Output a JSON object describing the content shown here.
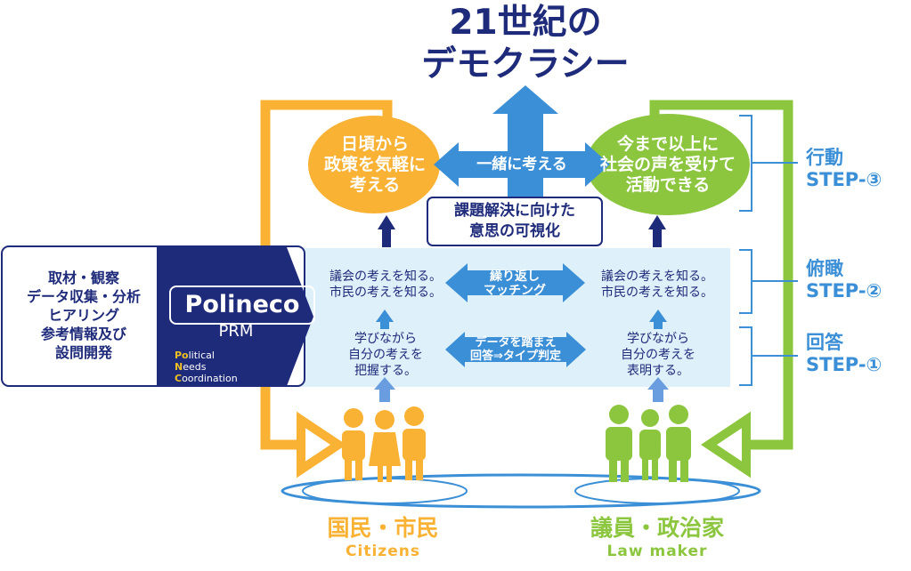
{
  "title": "21世紀の\nデモクラシー",
  "ovals": {
    "left": "日頃から\n政策を気軽に\n考える",
    "right": "今まで以上に\n社会の声を受けて\n活動できる"
  },
  "center_arrow_label": "一緒に考える",
  "visualize_box": "課題解決に向けた\n意思の可視化",
  "left_box": {
    "lines": "取材・観察\nデータ収集・分析\nヒアリング\n参考情報及び\n設問開発"
  },
  "logo": {
    "name": "Polineco",
    "prm": "PRM",
    "line1_cap": "Po",
    "line1_rest": "litical",
    "line2_cap": "N",
    "line2_rest": "eeds",
    "line3_cap": "C",
    "line3_rest": "oordination"
  },
  "middle": {
    "left_know": "議会の考えを知る。\n市民の考えを知る。",
    "right_know": "議会の考えを知る。\n市民の考えを知る。",
    "matching": "繰り返し\nマッチング",
    "left_learn": "学びながら\n自分の考えを\n把握する。",
    "right_learn": "学びながら\n自分の考えを\n表明する。",
    "data_arrow": "データを踏まえ\n回答⇒タイプ判定"
  },
  "steps": {
    "s3": "行動\n STEP-③",
    "s2": "俯瞰\n STEP-②",
    "s1": "回答\n STEP-①"
  },
  "bottom": {
    "left_label": "国民・市民",
    "left_sub": "Citizens",
    "right_label": "議員・政治家",
    "right_sub": "Law maker"
  },
  "colors": {
    "orange": "#f9b233",
    "green": "#8cc63f",
    "navy": "#1e2a7a",
    "blue": "#3b8fd6",
    "lightblue": "#def0fa"
  }
}
